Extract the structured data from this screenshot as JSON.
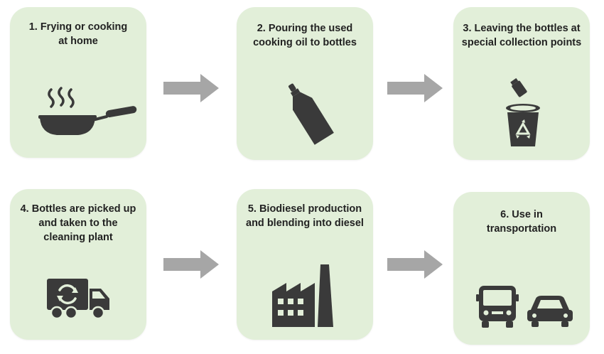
{
  "steps": [
    {
      "label": "1. Frying or cooking at home",
      "icon": "frying-pan-icon"
    },
    {
      "label": "2. Pouring the used cooking oil to bottles",
      "icon": "bottle-icon"
    },
    {
      "label": "3. Leaving the bottles at special collection points",
      "icon": "recycling-bin-icon"
    },
    {
      "label": "4. Bottles are picked up and taken to the cleaning plant",
      "icon": "recycling-truck-icon"
    },
    {
      "label": "5. Biodiesel production and blending into diesel",
      "icon": "factory-icon"
    },
    {
      "label": "6. Use in transportation",
      "icon": "bus-and-car-icon"
    }
  ],
  "colors": {
    "card": "#e2efd9",
    "arrow": "#a6a6a6",
    "icon": "#3a3a3a",
    "text": "#222222"
  }
}
